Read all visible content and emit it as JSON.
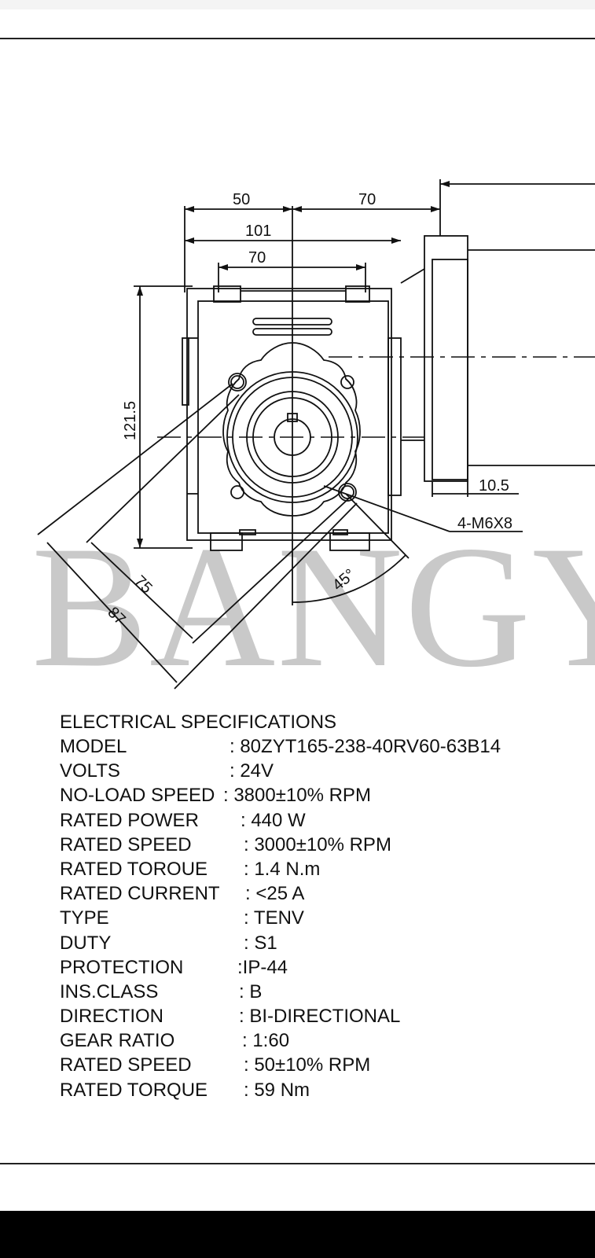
{
  "dimensions": {
    "top_left": "50",
    "top_right": "70",
    "overall_width": "101",
    "inner_width": "70",
    "height": "121.5",
    "flange": "10.5",
    "holes": "4-M6X8",
    "angle": "45°",
    "diag_inner": "75",
    "diag_outer": "87"
  },
  "watermark": "BANGYI",
  "specs": {
    "title": "ELECTRICAL SPECIFICATIONS",
    "rows": [
      {
        "label": "MODEL",
        "value": ": 80ZYT165-238-40RV60-63B14"
      },
      {
        "label": "VOLTS",
        "value": ": 24V"
      },
      {
        "label": "NO-LOAD SPEED",
        "value": ": 3800±10% RPM"
      },
      {
        "label": "RATED POWER",
        "value": ": 440 W"
      },
      {
        "label": "RATED SPEED",
        "value": ": 3000±10% RPM"
      },
      {
        "label": "RATED TOROUE",
        "value": ": 1.4 N.m"
      },
      {
        "label": "RATED CURRENT",
        "value": ":  <25 A"
      },
      {
        "label": "TYPE",
        "value": ": TENV"
      },
      {
        "label": "DUTY",
        "value": ": S1"
      },
      {
        "label": "PROTECTION",
        "value": ":IP-44"
      },
      {
        "label": "INS.CLASS",
        "value": ":  B"
      },
      {
        "label": "DIRECTION",
        "value": ": BI-DIRECTIONAL"
      },
      {
        "label": "GEAR RATIO",
        "value": ":  1:60"
      },
      {
        "label": "RATED SPEED",
        "value": ": 50±10% RPM"
      },
      {
        "label": "RATED TORQUE",
        "value": ": 59 Nm"
      }
    ]
  }
}
